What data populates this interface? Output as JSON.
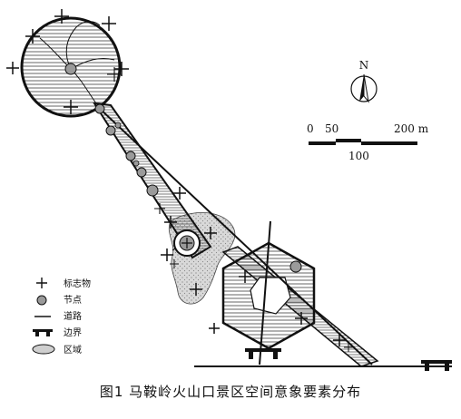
{
  "caption": "图1   马鞍岭火山口景区空间意象要素分布",
  "north_label": "N",
  "scale": {
    "tick_labels": [
      "0",
      "50",
      "200 m"
    ],
    "sub_label": "100"
  },
  "legend": [
    {
      "icon": "plus-icon",
      "label": "标志物"
    },
    {
      "icon": "node-icon",
      "label": "节点"
    },
    {
      "icon": "line-icon",
      "label": "道路"
    },
    {
      "icon": "boundary-icon",
      "label": "边界"
    },
    {
      "icon": "ellipse-icon",
      "label": "区域"
    }
  ],
  "colors": {
    "ink": "#111111",
    "node_fill": "#9a9a9a",
    "region_fill": "#cfcfcf",
    "background": "#ffffff"
  }
}
